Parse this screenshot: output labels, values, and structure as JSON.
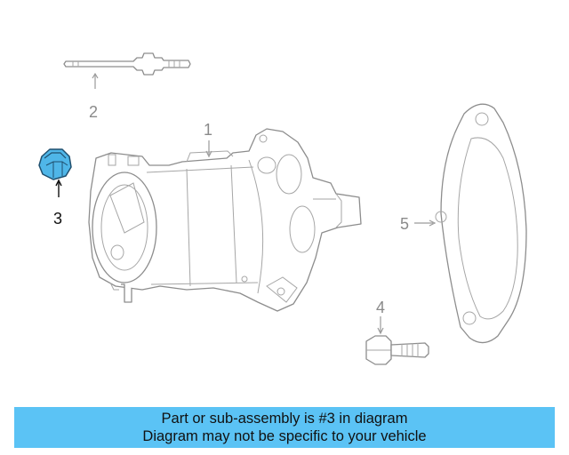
{
  "callouts": {
    "part1": "1",
    "part2": "2",
    "part3": "3",
    "part4": "4",
    "part5": "5"
  },
  "banner": {
    "line1": "Part or sub-assembly is #3 in diagram",
    "line2": "Diagram may not be specific to your vehicle"
  },
  "colors": {
    "highlight": "#4fb6e8",
    "banner": "#5bc3f5"
  },
  "highlighted_part": "3"
}
